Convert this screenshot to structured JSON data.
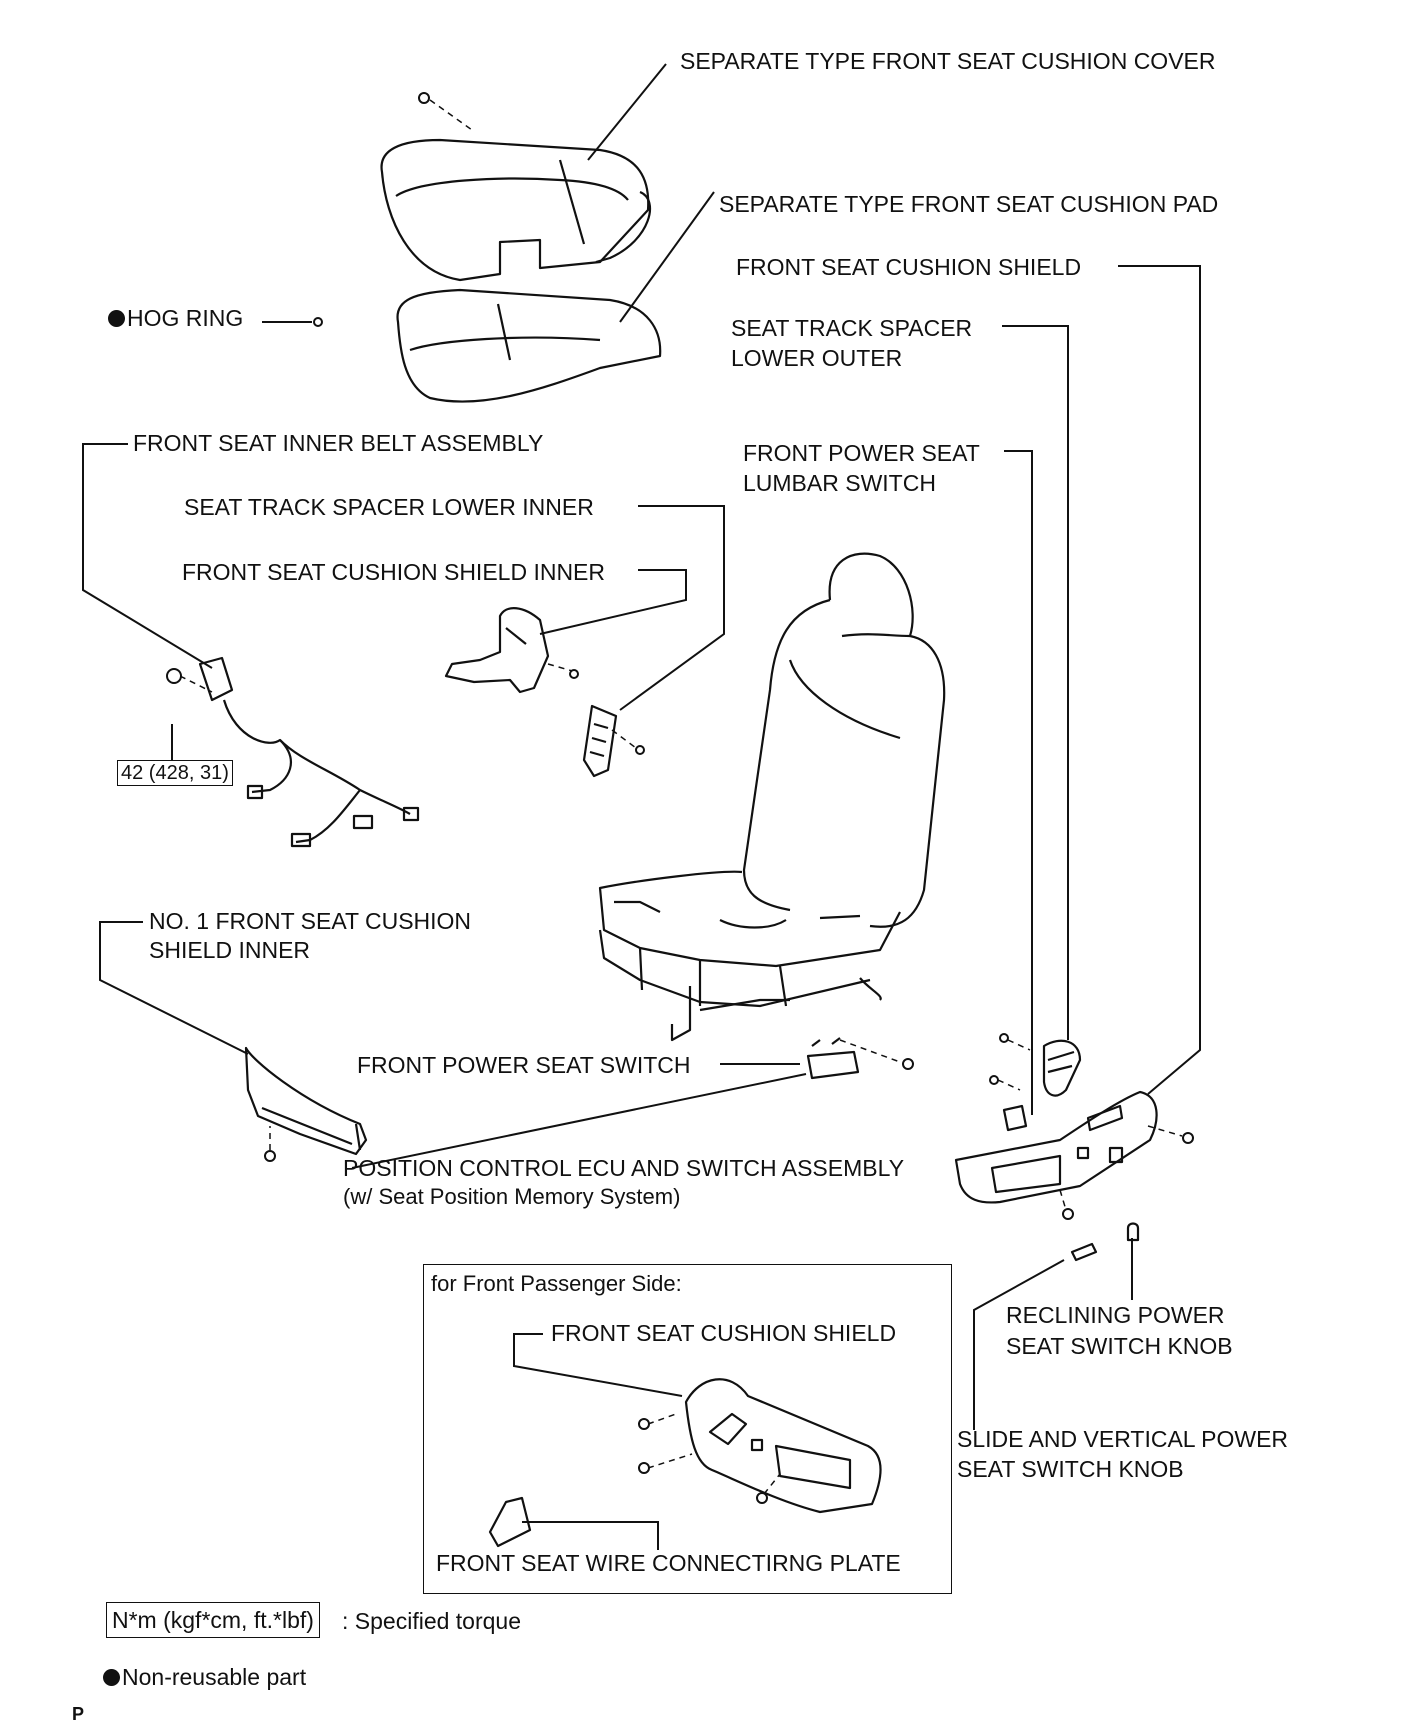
{
  "labels": {
    "cushion_cover": "SEPARATE TYPE FRONT SEAT CUSHION COVER",
    "cushion_pad": "SEPARATE TYPE FRONT SEAT CUSHION PAD",
    "cushion_shield": "FRONT SEAT CUSHION SHIELD",
    "track_spacer_outer_1": "SEAT TRACK SPACER",
    "track_spacer_outer_2": "LOWER OUTER",
    "hog_ring": "HOG RING",
    "inner_belt": "FRONT SEAT INNER BELT ASSEMBLY",
    "lumbar_switch_1": "FRONT POWER SEAT",
    "lumbar_switch_2": "LUMBAR SWITCH",
    "track_spacer_inner": "SEAT TRACK SPACER LOWER INNER",
    "shield_inner": "FRONT SEAT CUSHION SHIELD INNER",
    "torque_value": "42 (428, 31)",
    "no1_shield_inner_1": "NO. 1 FRONT SEAT CUSHION",
    "no1_shield_inner_2": "SHIELD INNER",
    "power_seat_switch": "FRONT POWER SEAT SWITCH",
    "ecu_switch_1": "POSITION CONTROL ECU AND SWITCH ASSEMBLY",
    "ecu_switch_2": "(w/ Seat Position Memory System)",
    "reclining_knob_1": "RECLINING POWER",
    "reclining_knob_2": "SEAT SWITCH KNOB",
    "slide_knob_1": "SLIDE AND VERTICAL POWER",
    "slide_knob_2": "SEAT SWITCH KNOB"
  },
  "inset": {
    "title": "for Front Passenger Side:",
    "cushion_shield": "FRONT SEAT CUSHION SHIELD",
    "wire_plate": "FRONT SEAT WIRE CONNECTIRNG PLATE"
  },
  "legend": {
    "torque_unit": "N*m (kgf*cm, ft.*lbf)",
    "torque_desc": ": Specified torque",
    "nonreusable": "Non-reusable part"
  },
  "footer_letter": "P"
}
